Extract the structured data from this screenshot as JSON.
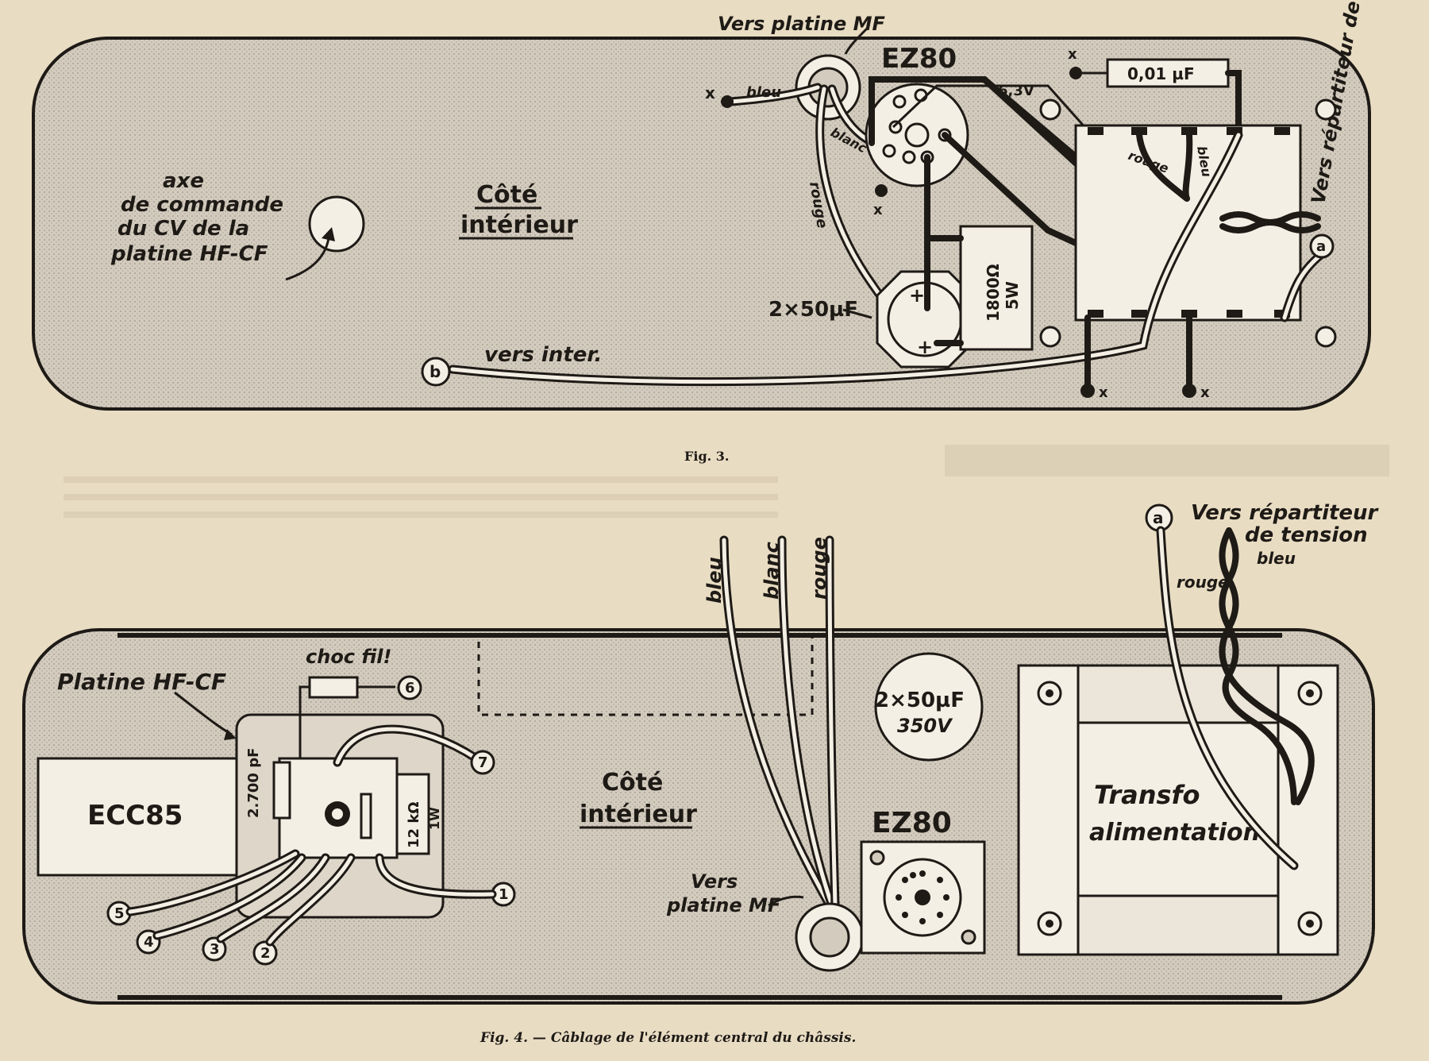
{
  "fig3": {
    "caption": "Fig. 3.",
    "labels": {
      "vers_platine_mf": "Vers platine MF",
      "ez80": "EZ80",
      "capacitor_001": "0,01 µF",
      "vers_repartiteur": "Vers répartiteur de tension",
      "bleu": "bleu",
      "blanc": "blanc",
      "rouge": "rouge",
      "v63": "6,3V",
      "axe_commande": [
        "axe",
        "de commande",
        "du CV de la",
        "platine HF-CF"
      ],
      "cote_interieur": [
        "Côté",
        "intérieur"
      ],
      "cap_2x50": "2×50µF",
      "resistor": [
        "1800Ω",
        "5W"
      ],
      "vers_inter": "vers inter.",
      "terminal_a": "a",
      "terminal_b": "b",
      "ground_mark": "x",
      "plus": "+"
    }
  },
  "fig4": {
    "caption": "Fig. 4. — Câblage de l'élément central du châssis.",
    "labels": {
      "platine_hfcf": "Platine HF-CF",
      "choc_fil": "choc fil!",
      "ecc85": "ECC85",
      "cap_2700": "2.700 pF",
      "resistor": [
        "12 kΩ",
        "1W"
      ],
      "cote_interieur": [
        "Côté",
        "intérieur"
      ],
      "cap_2x50": [
        "2×50µF",
        "350V"
      ],
      "ez80": "EZ80",
      "vers_platine_mf": [
        "Vers",
        "platine MF"
      ],
      "bleu": "bleu",
      "blanc": "blanc",
      "rouge": "rouge",
      "vers_repartiteur": [
        "Vers répartiteur",
        "de tension"
      ],
      "rouge_small": "rouge",
      "bleu_small": "bleu",
      "transfo": [
        "Transfo",
        "alimentation"
      ],
      "terminal_a": "a",
      "terminals": [
        "1",
        "2",
        "3",
        "4",
        "5",
        "6",
        "7"
      ]
    }
  },
  "colors": {
    "paper": "#e8dcc3",
    "chassis": "#d3cbbd",
    "ink": "#1e1a16",
    "light": "#f4efe4"
  }
}
